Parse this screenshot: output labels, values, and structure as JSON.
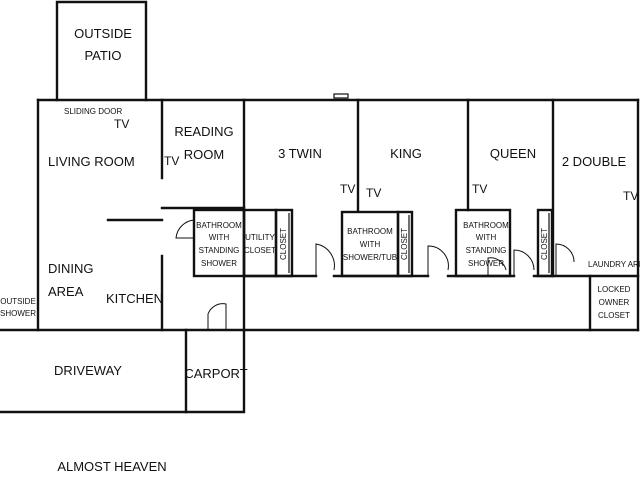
{
  "rooms": {
    "outside_patio": [
      "OUTSIDE",
      "PATIO"
    ],
    "sliding_door": "SLIDING DOOR",
    "living_room": "LIVING ROOM",
    "reading_room": [
      "READING",
      "ROOM"
    ],
    "three_twin": "3 TWIN",
    "king": "KING",
    "queen": "QUEEN",
    "two_double": "2 DOUBLE",
    "dining_area": [
      "DINING",
      "AREA"
    ],
    "kitchen": "KITCHEN",
    "outside_shower": [
      "OUTSIDE",
      "SHOWER"
    ],
    "bath1": [
      "BATHROOM",
      "WITH",
      "STANDING",
      "SHOWER"
    ],
    "utility_closet": [
      "UTILITY",
      "CLOSET"
    ],
    "closet": "CLOSET",
    "bath2": [
      "BATHROOM",
      "WITH",
      "SHOWER/TUB"
    ],
    "bath3": [
      "BATHROOM",
      "WITH",
      "STANDING",
      "SHOWER"
    ],
    "laundry_area": "LAUNDRY AREA",
    "locked_owner_closet": [
      "LOCKED",
      "OWNER",
      "CLOSET"
    ],
    "driveway": "DRIVEWAY",
    "carport": "CARPORT"
  },
  "tv_label": "TV",
  "property_name": "ALMOST HEAVEN"
}
